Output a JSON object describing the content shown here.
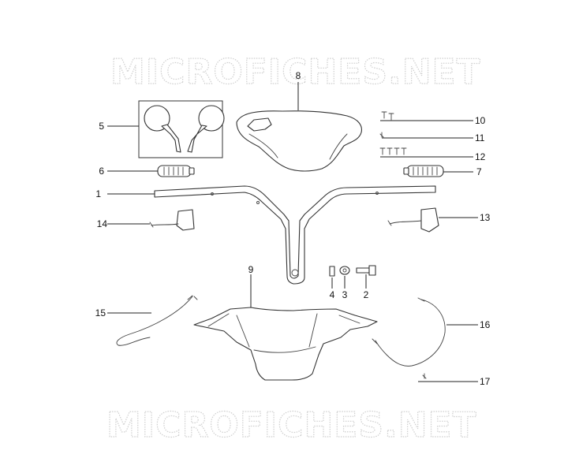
{
  "watermarks": [
    {
      "text": "MICROFICHES.NET"
    },
    {
      "text": "MICROFICHES.NET"
    }
  ],
  "callouts": [
    "1",
    "2",
    "3",
    "4",
    "5",
    "6",
    "7",
    "8",
    "9",
    "10",
    "11",
    "12",
    "13",
    "14",
    "15",
    "16",
    "17"
  ]
}
